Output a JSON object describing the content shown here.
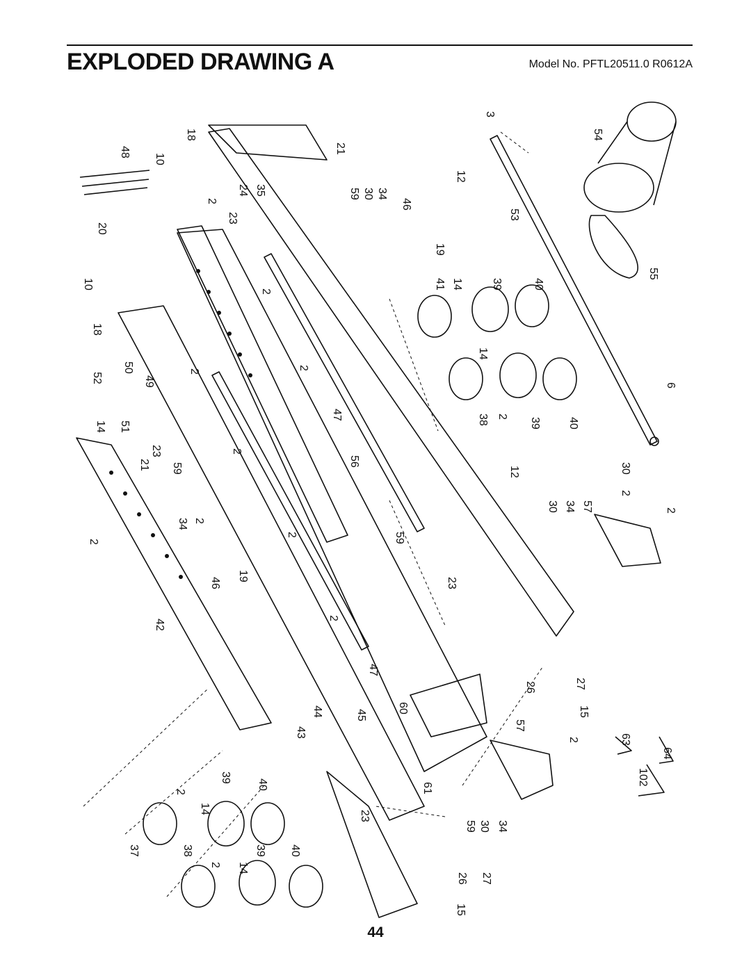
{
  "header": {
    "title": "EXPLODED DRAWING A",
    "model": "Model No. PFTL20511.0 R0612A"
  },
  "footer": {
    "page_number": "44"
  },
  "part_labels": [
    "18",
    "10",
    "48",
    "21",
    "3",
    "54",
    "24",
    "35",
    "59",
    "30",
    "34",
    "46",
    "12",
    "2",
    "23",
    "20",
    "19",
    "53",
    "41",
    "14",
    "39",
    "40",
    "55",
    "10",
    "18",
    "2",
    "52",
    "50",
    "49",
    "2",
    "2",
    "47",
    "14",
    "38",
    "2",
    "39",
    "40",
    "6",
    "14",
    "51",
    "23",
    "21",
    "59",
    "2",
    "56",
    "12",
    "30",
    "34",
    "2",
    "2",
    "2",
    "59",
    "30",
    "34",
    "57",
    "2",
    "2",
    "46",
    "19",
    "23",
    "42",
    "2",
    "47",
    "26",
    "27",
    "44",
    "45",
    "60",
    "15",
    "43",
    "57",
    "2",
    "63",
    "64",
    "102",
    "39",
    "40",
    "2",
    "14",
    "23",
    "61",
    "59",
    "30",
    "34",
    "37",
    "38",
    "2",
    "14",
    "39",
    "40",
    "26",
    "27",
    "15"
  ]
}
